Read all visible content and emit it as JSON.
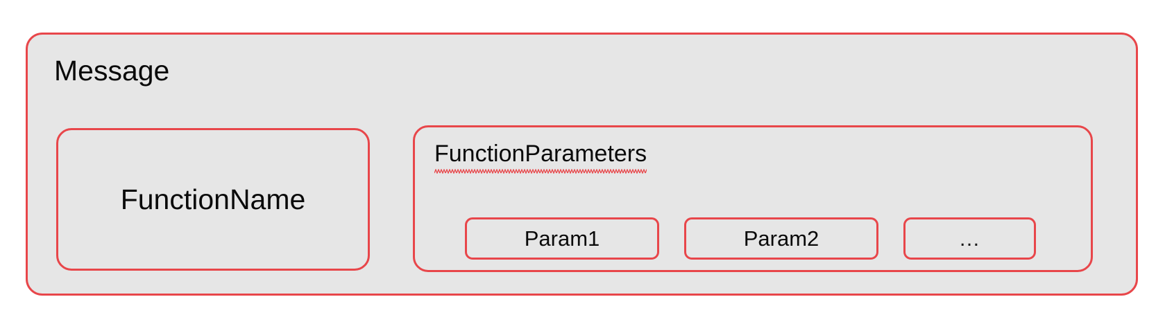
{
  "colors": {
    "accent": "#e8464a",
    "box_fill": "#e6e6e6",
    "page_background": "#ffffff",
    "text": "#0a0a0a"
  },
  "diagram": {
    "type": "nested-box-diagram",
    "message": {
      "title": "Message",
      "function_name": {
        "label": "FunctionName"
      },
      "function_parameters": {
        "title": "FunctionParameters",
        "spellcheck_underline": true,
        "params": [
          {
            "label": "Param1"
          },
          {
            "label": "Param2"
          },
          {
            "label": "…"
          }
        ]
      }
    }
  }
}
